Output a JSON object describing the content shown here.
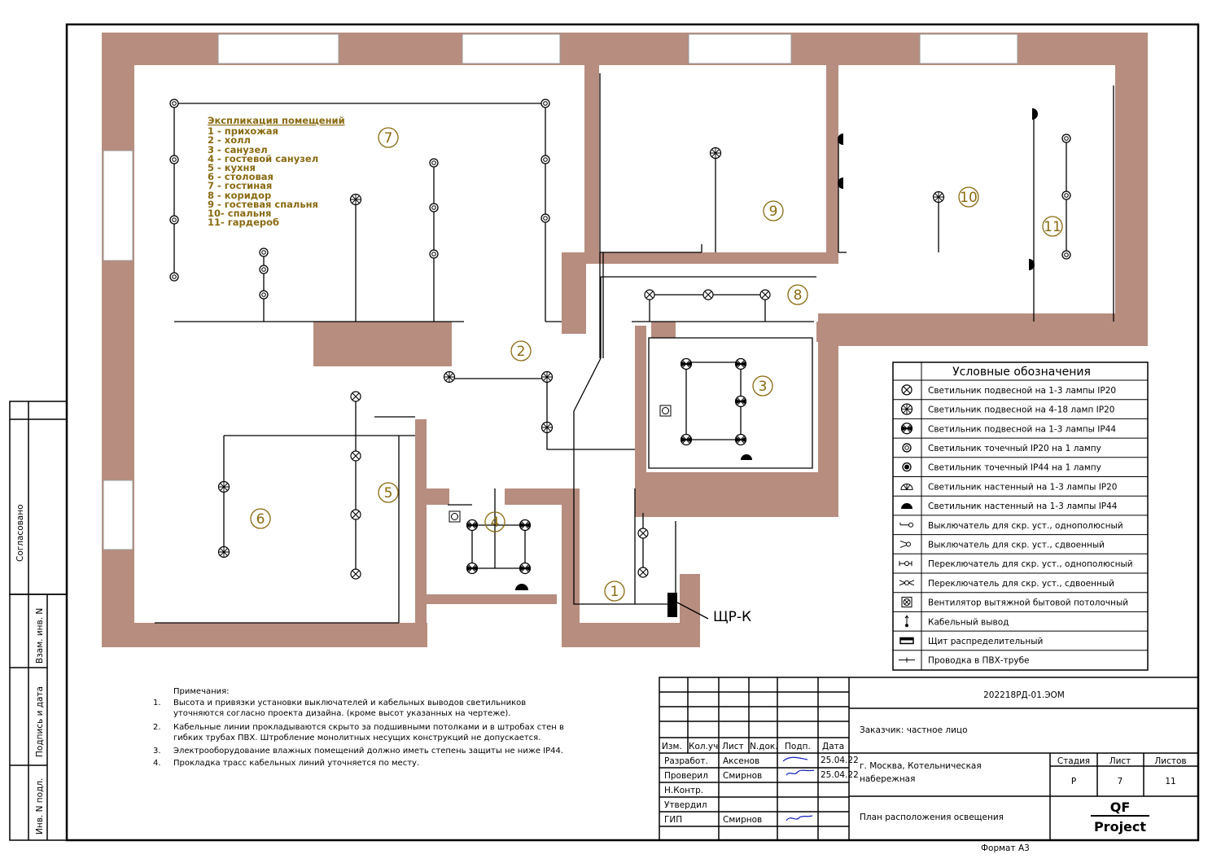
{
  "explication": {
    "title": "Экспликация помещений",
    "rooms": [
      "1 -  прихожая",
      "2 -  холл",
      "3 -  санузел",
      "4 -  гостевой санузел",
      "5 -  кухня",
      "6 -  столовая",
      "7 -  гостиная",
      "8 -  коридор",
      "9 -  гостевая спальня",
      "10- спальня",
      "11- гардероб"
    ]
  },
  "room_numbers": [
    "1",
    "2",
    "3",
    "4",
    "5",
    "6",
    "7",
    "8",
    "9",
    "10",
    "11"
  ],
  "panel_label": "ЩР-К",
  "legend": {
    "title": "Условные обозначения",
    "items": [
      {
        "icon": "pendant-ip20-1-3-icon",
        "text": "Светильник подвесной на 1-3 лампы IP20"
      },
      {
        "icon": "pendant-ip20-4-18-icon",
        "text": "Светильник подвесной на 4-18 ламп IP20"
      },
      {
        "icon": "pendant-ip44-icon",
        "text": "Светильник подвесной на 1-3 лампы IP44"
      },
      {
        "icon": "spot-ip20-icon",
        "text": "Светильник точечный IP20 на 1 лампу"
      },
      {
        "icon": "spot-ip44-icon",
        "text": "Светильник точечный IP44 на 1 лампу"
      },
      {
        "icon": "wall-ip20-icon",
        "text": "Светильник настенный на 1-3 лампы IP20"
      },
      {
        "icon": "wall-ip44-icon",
        "text": "Светильник настенный на 1-3 лампы IP44"
      },
      {
        "icon": "switch-single-icon",
        "text": "Выключатель для скр. уст., однополюсный"
      },
      {
        "icon": "switch-double-icon",
        "text": "Выключатель для скр. уст., сдвоенный"
      },
      {
        "icon": "changeover-single-icon",
        "text": "Переключатель для скр. уст., однополюсный"
      },
      {
        "icon": "changeover-double-icon",
        "text": "Переключатель для скр. уст., сдвоенный"
      },
      {
        "icon": "fan-icon",
        "text": "Вентилятор вытяжной бытовой потолочный"
      },
      {
        "icon": "cable-outlet-icon",
        "text": "Кабельный вывод"
      },
      {
        "icon": "panel-icon",
        "text": "Щит распределительный"
      },
      {
        "icon": "pvc-wiring-icon",
        "text": "Проводка в ПВХ-трубе"
      }
    ]
  },
  "notes": {
    "title": "Примечания:",
    "items": [
      {
        "n": "1.",
        "lines": [
          "Высота и привязки установки выключателей и кабельных выводов светильников",
          "уточняются согласно проекта дизайна. (кроме высот указанных на чертеже)."
        ]
      },
      {
        "n": "2.",
        "lines": [
          "Кабельные линии прокладываются скрыто за подшивными потолками и в штробах стен в",
          "гибких трубах ПВХ. Штробление монолитных несущих конструкций не допускается."
        ]
      },
      {
        "n": "3.",
        "lines": [
          "Электрооборудование влажных помещений должно иметь степень защиты не ниже  IP44."
        ]
      },
      {
        "n": "4.",
        "lines": [
          "Прокладка трасс кабельных линий уточняется по месту."
        ]
      }
    ]
  },
  "side_stamp": {
    "agreed": "Согласовано",
    "inv_vzam": "Взам. инв. N",
    "podpis": "Подпись и дата",
    "inv_podl": "Инв. N подл."
  },
  "title_block": {
    "doc_code": "202218РД-01.ЭОМ",
    "customer": "Заказчик: частное лицо",
    "address_1": "г. Москва, Котельническая",
    "address_2": "набережная",
    "sheet_title": "План расположения освещения",
    "headers": [
      "Изм.",
      "Кол.уч",
      "Лист",
      "N.док.",
      "Подп.",
      "Дата"
    ],
    "roles": [
      "Разработ.",
      "Проверил",
      "Н.Контр.",
      "Утвердил",
      "ГИП"
    ],
    "names": [
      "Аксенов",
      "Смирнов",
      "",
      "",
      "Смирнов"
    ],
    "dates": [
      "25.04.22",
      "25.04.22",
      "",
      "",
      ""
    ],
    "stage_label": "Стадия",
    "sheet_label": "Лист",
    "sheets_label": "Листов",
    "stage": "Р",
    "sheet": "7",
    "sheets": "11",
    "company_1": "QF",
    "company_2": "Project",
    "format": "Формат А3"
  }
}
